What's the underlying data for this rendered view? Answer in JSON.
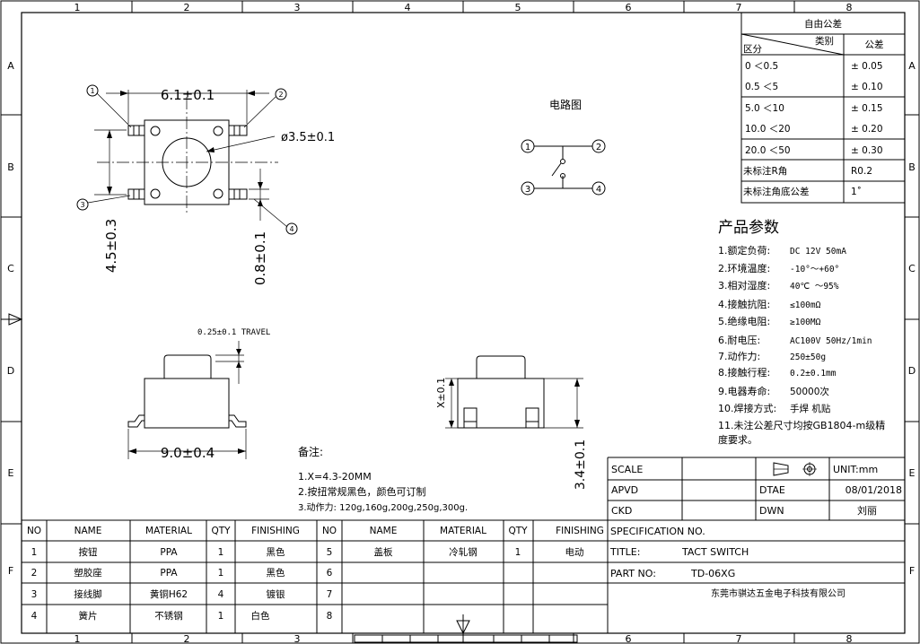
{
  "frame": {
    "col_labels": [
      "1",
      "2",
      "3",
      "4",
      "5",
      "6",
      "7",
      "8"
    ],
    "row_labels": [
      "A",
      "B",
      "C",
      "D",
      "E",
      "F"
    ]
  },
  "tolerance_table": {
    "title": "自由公差",
    "col_category": "类别",
    "col_zone": "区分",
    "col_tolerance": "公差",
    "rows": [
      {
        "range": "0    ＜0.5",
        "tol": "± 0.05"
      },
      {
        "range": "0.5   ＜5",
        "tol": "± 0.10"
      },
      {
        "range": "5.0   ＜10",
        "tol": "± 0.15"
      },
      {
        "range": "10.0  ＜20",
        "tol": "± 0.20"
      },
      {
        "range": "20.0  ＜50",
        "tol": "± 0.30"
      }
    ],
    "note_r_label": "未标注R角",
    "note_r_value": "R0.2",
    "note_angle_label": "未标注角底公差",
    "note_angle_value": "1˚"
  },
  "circuit": {
    "title": "电路图",
    "pins": [
      "1",
      "2",
      "3",
      "4"
    ]
  },
  "dimensions": {
    "top_width": "6.1±0.1",
    "diameter": "ø3.5±0.1",
    "left_height": "4.5±0.3",
    "right_small": "0.8±0.1",
    "travel": "0.25±0.1 TRAVEL",
    "bottom_width": "9.0±0.4",
    "side_x": "X±0.1",
    "side_height": "3.4±0.1",
    "balloons": [
      "1",
      "2",
      "3",
      "4"
    ]
  },
  "notes": {
    "title": "备注:",
    "lines": [
      "1.X=4.3-20MM",
      "2.按扭常规黑色，颜色可订制",
      "3.动作力: 120g,160g,200g,250g,300g."
    ]
  },
  "params": {
    "title": "产品参数",
    "items": [
      {
        "label": "1.额定负荷:",
        "value": "DC 12V 50mA"
      },
      {
        "label": "2.环境温度:",
        "value": "-10°～+60°"
      },
      {
        "label": "3.相对湿度:",
        "value": "40℃ ～95%"
      },
      {
        "label": "4.接触抗阻:",
        "value": "≤100mΩ"
      },
      {
        "label": "5.绝缘电阻:",
        "value": "≥100MΩ"
      },
      {
        "label": "6.耐电压:",
        "value": "AC100V 50Hz/1min"
      },
      {
        "label": "7.动作力:",
        "value": "250±50g"
      },
      {
        "label": "8.接触行程:",
        "value": "0.2±0.1mm"
      },
      {
        "label": "9.电器寿命:",
        "value": "50000次"
      },
      {
        "label": "10.焊接方式:",
        "value": "手焊 机贴"
      }
    ],
    "item11_line1": "11.未注公差尺寸均按GB1804-m级精",
    "item11_line2": "度要求。"
  },
  "title_block": {
    "scale_label": "SCALE",
    "unit": "UNIT:mm",
    "apvd_label": "APVD",
    "dtae_label": "DTAE",
    "date": "08/01/2018",
    "ckd_label": "CKD",
    "dwn_label": "DWN",
    "drawn_by": "刘丽",
    "spec_label": "SPECIFICATION NO.",
    "title_label": "TITLE:",
    "title_value": "TACT SWITCH",
    "part_label": "PART NO:",
    "part_value": "TD-06XG",
    "company": "东莞市骐达五金电子科技有限公司"
  },
  "bom": {
    "headers": [
      "NO",
      "NAME",
      "MATERIAL",
      "QTY",
      "FINISHING",
      "NO",
      "NAME",
      "MATERIAL",
      "QTY",
      "FINISHING"
    ],
    "left_rows": [
      {
        "no": "1",
        "name": "按钮",
        "material": "PPA",
        "qty": "1",
        "finishing": "黑色"
      },
      {
        "no": "2",
        "name": "塑胶座",
        "material": "PPA",
        "qty": "1",
        "finishing": "黑色"
      },
      {
        "no": "3",
        "name": "接线脚",
        "material": "黄铜H62",
        "qty": "4",
        "finishing": "镀银"
      },
      {
        "no": "4",
        "name": "簧片",
        "material": "不锈钢",
        "qty": "1",
        "finishing": "白色"
      }
    ],
    "right_rows": [
      {
        "no": "5",
        "name": "盖板",
        "material": "冷轧钢",
        "qty": "1",
        "finishing": "电动"
      },
      {
        "no": "6",
        "name": "",
        "material": "",
        "qty": "",
        "finishing": ""
      },
      {
        "no": "7",
        "name": "",
        "material": "",
        "qty": "",
        "finishing": ""
      },
      {
        "no": "8",
        "name": "",
        "material": "",
        "qty": "",
        "finishing": ""
      }
    ]
  }
}
